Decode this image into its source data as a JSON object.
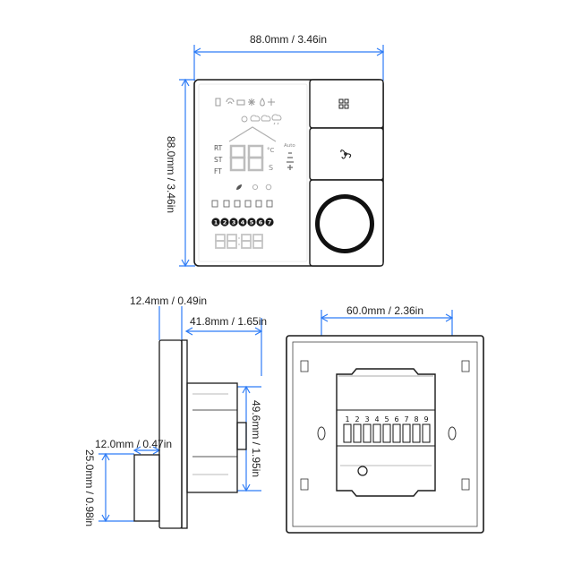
{
  "dimensions": {
    "front_width": "88.0mm / 3.46in",
    "front_height": "88.0mm / 3.46in",
    "side_depth_total": "12.4mm / 0.49in",
    "side_depth_body": "41.8mm / 1.65in",
    "side_body_height": "49.6mm / 1.95in",
    "side_plate": "12.0mm / 0.47in",
    "side_plate_height": "25.0mm / 0.98in",
    "back_hole_spacing": "60.0mm / 2.36in"
  },
  "display": {
    "rows": [
      "RT",
      "ST",
      "FT"
    ],
    "temp_digits": "88",
    "unit_c": "°C",
    "unit_s": "S",
    "auto_label": "Auto",
    "time_digits": "88:88",
    "days": [
      "1",
      "2",
      "3",
      "4",
      "5",
      "6",
      "7"
    ]
  },
  "terminals": [
    "1",
    "2",
    "3",
    "4",
    "5",
    "6",
    "7",
    "8",
    "9"
  ],
  "colors": {
    "dimension_line": "#2e7cf6",
    "outline": "#1a1a1a",
    "lcd_segment": "#bdbdbd"
  },
  "icons": [
    "grid-icon",
    "fan-icon",
    "dial-knob-icon",
    "wifi-icon",
    "flame-icon",
    "snowflake-icon",
    "leaf-icon",
    "clock-icon"
  ]
}
